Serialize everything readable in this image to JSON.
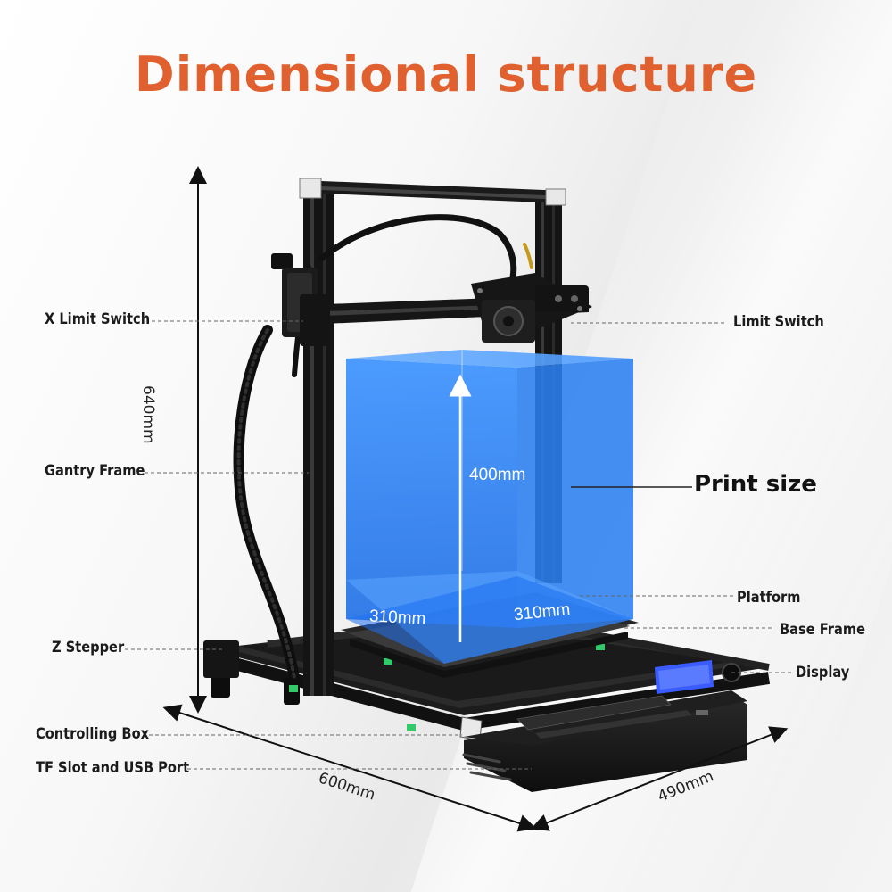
{
  "title": "Dimensional structure",
  "colors": {
    "title": "#e0602f",
    "cube": "#1f7ff5",
    "frame": "#161616"
  },
  "labels": {
    "x_limit_switch": "X Limit Switch",
    "gantry_frame": "Gantry Frame",
    "z_stepper": "Z Stepper",
    "controlling_box": "Controlling Box",
    "tf_slot_usb": "TF Slot and USB Port",
    "limit_switch": "Limit Switch",
    "platform": "Platform",
    "base_frame": "Base Frame",
    "display": "Display",
    "print_size": "Print size"
  },
  "dimensions": {
    "height": "640mm",
    "depth": "600mm",
    "width": "490mm",
    "print_height": "400mm",
    "print_x": "310mm",
    "print_y": "310mm"
  }
}
